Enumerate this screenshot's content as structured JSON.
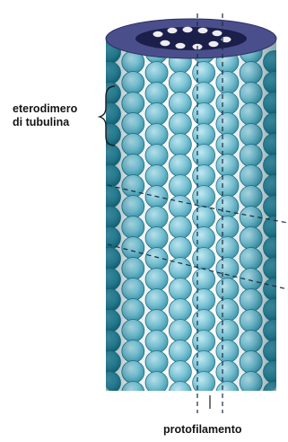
{
  "labels": {
    "heterodimer_line1": "eterodimero",
    "heterodimer_line2": "di tubulina",
    "protofilament": "protofilamento"
  },
  "colors": {
    "background": "#ffffff",
    "bead_light": "#a9dcea",
    "bead_mid": "#6ec0d4",
    "bead_dark": "#2f8fa6",
    "bead_shadow": "#176b7f",
    "lumen_ring": "#4a4f8c",
    "lumen_interior": "#1c1f4a",
    "label_text": "#151515"
  },
  "icons": {
    "brace": "curly-brace",
    "guide_lines": "dashed-lines"
  }
}
